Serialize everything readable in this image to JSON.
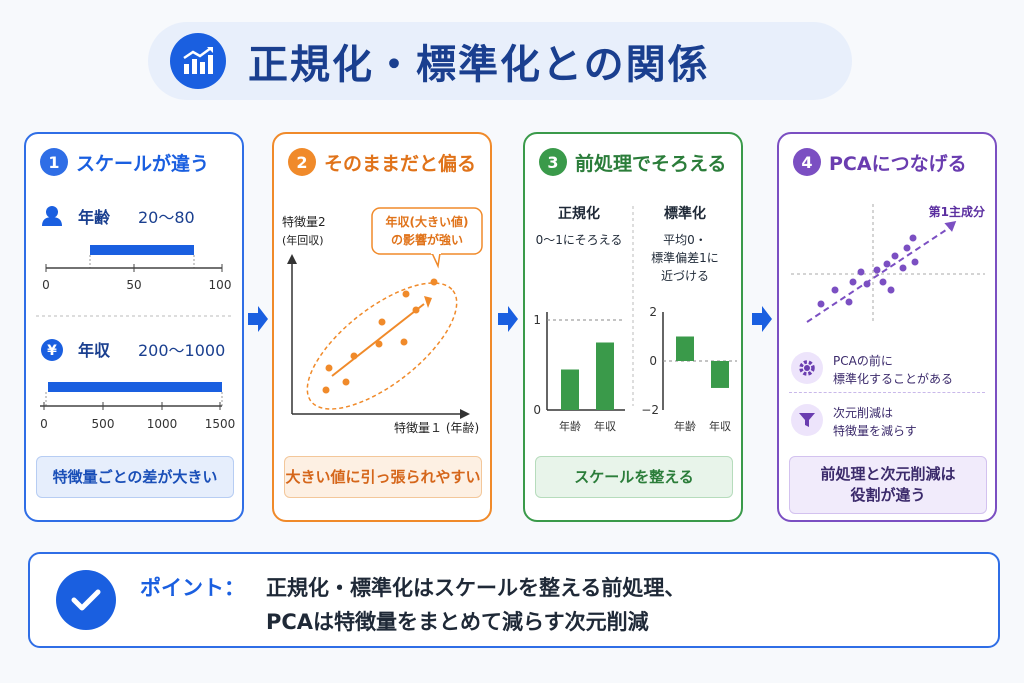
{
  "title": "正規化・標準化との関係",
  "colors": {
    "blue": "#2f6ee6",
    "orange": "#f08a2a",
    "green": "#3a9a4a",
    "purple": "#7b4fc2"
  },
  "panel1": {
    "num": "1",
    "heading": "スケールが違う",
    "age_label": "年齢",
    "age_range": "20～80",
    "age_ticks": [
      "0",
      "50",
      "100"
    ],
    "income_label": "年収",
    "income_range": "200～1000",
    "income_ticks": [
      "0",
      "500",
      "1000",
      "1500"
    ],
    "footer": "特徴量ごとの差が大きい"
  },
  "panel2": {
    "num": "2",
    "heading": "そのままだと偏る",
    "ylabel_1": "特徴量2",
    "ylabel_2": "(年回収)",
    "xlabel": "特徴量１ (年齢)",
    "callout_1": "年収(大きい値)",
    "callout_2": "の影響が強い",
    "footer": "大きい値に引っ張られやすい"
  },
  "panel3": {
    "num": "3",
    "heading": "前処理でそろえる",
    "norm_title": "正規化",
    "norm_desc": "0～1にそろえる",
    "std_title": "標準化",
    "std_desc_1": "平均0・",
    "std_desc_2": "標準偏差1に",
    "std_desc_3": "近づける",
    "norm_ticks": [
      "1",
      "0"
    ],
    "std_ticks": [
      "2",
      "0",
      "−2"
    ],
    "cats": [
      "年齢",
      "年収"
    ],
    "footer": "スケールを整える"
  },
  "panel4": {
    "num": "4",
    "heading": "PCAにつなげる",
    "pc_label": "第1主成分",
    "note1_1": "PCAの前に",
    "note1_2": "標準化することがある",
    "note2_1": "次元削減は",
    "note2_2": "特徴量を減らす",
    "footer_1": "前処理と次元削減は",
    "footer_2": "役割が違う"
  },
  "point": {
    "label": "ポイント：",
    "line1": "正規化・標準化はスケールを整える前処理、",
    "line2": "PCAは特徴量をまとめて減らす次元削減"
  },
  "chart_data": [
    {
      "type": "bar",
      "title": "正規化",
      "categories": [
        "年齢",
        "年収"
      ],
      "values": [
        0.45,
        0.75
      ],
      "ylim": [
        0,
        1
      ]
    },
    {
      "type": "bar",
      "title": "標準化",
      "categories": [
        "年齢",
        "年収"
      ],
      "values": [
        1,
        -1.1
      ],
      "ylim": [
        -2,
        2
      ]
    }
  ]
}
